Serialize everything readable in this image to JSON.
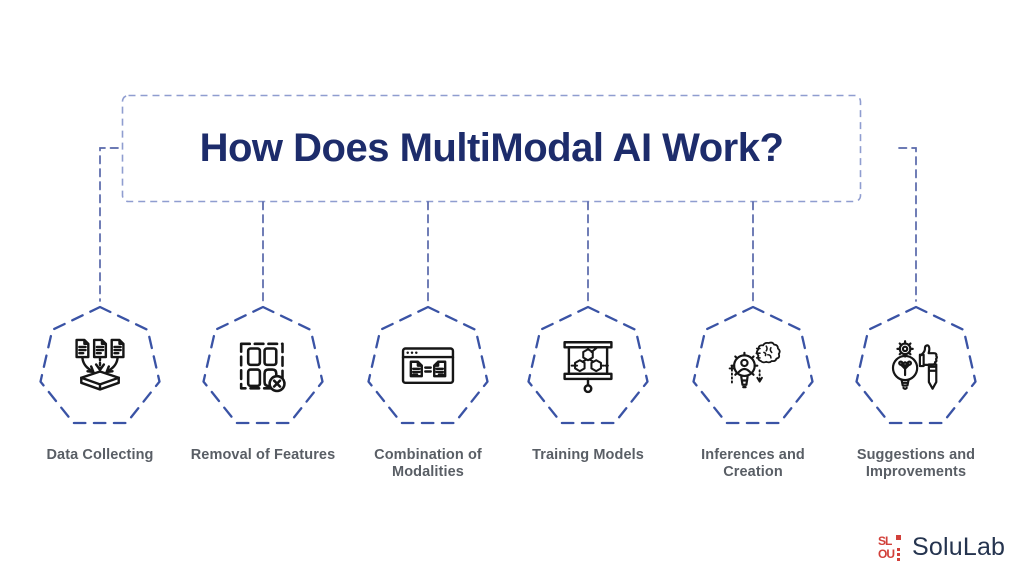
{
  "title": "How Does MultiModal AI Work?",
  "steps": [
    {
      "label": "Data Collecting",
      "icon": "documents-to-tray-icon"
    },
    {
      "label": "Removal of Features",
      "icon": "feature-grid-remove-icon"
    },
    {
      "label": "Combination of\nModalities",
      "icon": "window-documents-merge-icon"
    },
    {
      "label": "Training Models",
      "icon": "presentation-network-icon"
    },
    {
      "label": "Inferences and\nCreation",
      "icon": "gear-person-bulb-brain-icon"
    },
    {
      "label": "Suggestions and\nImprovements",
      "icon": "bulb-gear-thumbsup-pencil-icon"
    }
  ],
  "logo": {
    "text": "SoluLab",
    "mark_row1": "SL",
    "mark_row2": "OU"
  },
  "colors": {
    "title": "#1D2C6B",
    "heptagon_dash": "#3A53A5",
    "connector_dash": "#5767AA",
    "title_box_dash": "#8F9DD0",
    "label": "#595E65",
    "icon_stroke": "#161616",
    "logo_red": "#D2403A",
    "logo_text": "#25344F"
  }
}
